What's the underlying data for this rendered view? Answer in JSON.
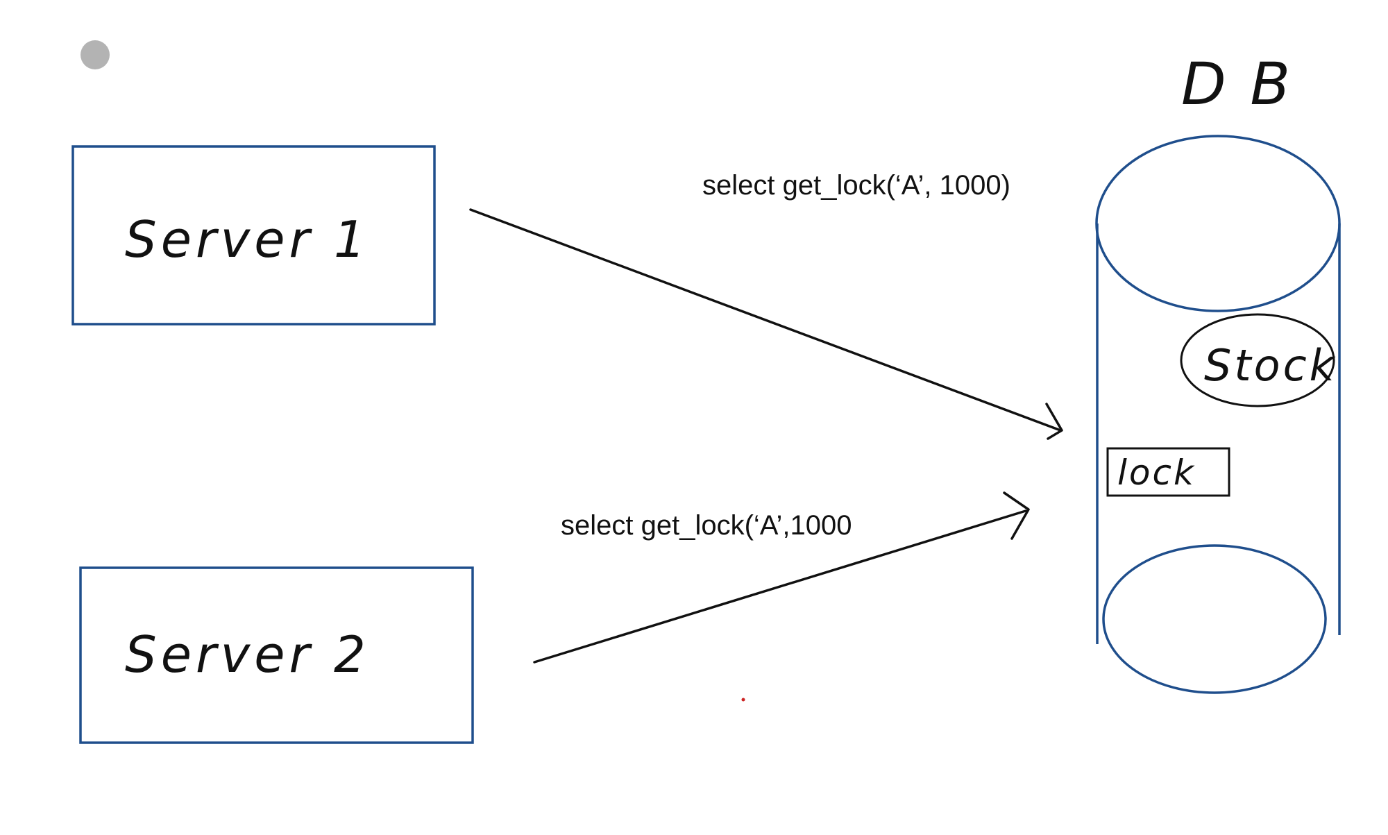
{
  "diagram": {
    "colors": {
      "stroke_blue": "#1f4e8c",
      "ink": "#111111",
      "bullet_gray": "#b3b3b3",
      "dot_red": "#cc2222"
    },
    "servers": [
      {
        "label": "Server 1"
      },
      {
        "label": "Server 2"
      }
    ],
    "db": {
      "title": "D B",
      "stock_label": "Stock",
      "lock_label": "lock"
    },
    "arrows": [
      {
        "label": "select get_lock(‘A’, 1000)"
      },
      {
        "label": "select get_lock(‘A’,1000"
      }
    ]
  }
}
